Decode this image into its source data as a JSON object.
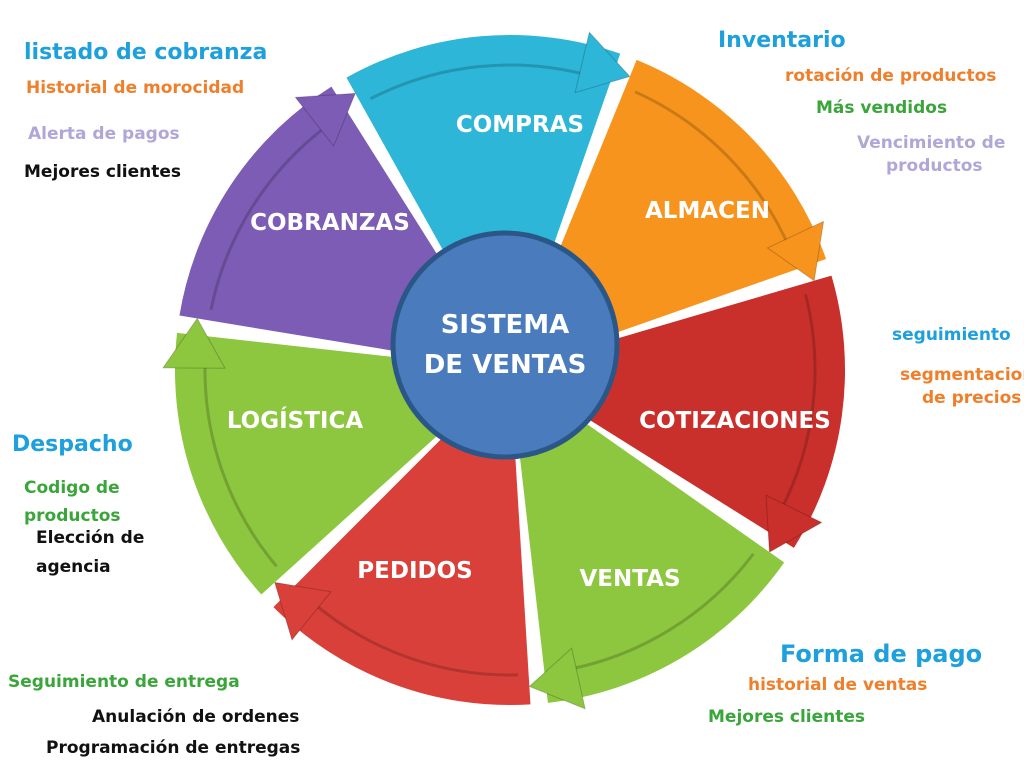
{
  "center": {
    "line1": "SISTEMA",
    "line2": "DE VENTAS",
    "color": "#4a7bbd"
  },
  "segments": [
    {
      "id": "compras",
      "label": "COMPRAS",
      "color": "#2db6d8"
    },
    {
      "id": "almacen",
      "label": "ALMACEN",
      "color": "#f7941d"
    },
    {
      "id": "cotizaciones",
      "label": "COTIZACIONES",
      "color": "#c9302c"
    },
    {
      "id": "ventas",
      "label": "VENTAS",
      "color": "#8dc63f"
    },
    {
      "id": "pedidos",
      "label": "PEDIDOS",
      "color": "#d9403a"
    },
    {
      "id": "logistica",
      "label": "LOGÍSTICA",
      "color": "#8dc63f"
    },
    {
      "id": "cobranzas",
      "label": "COBRANZAS",
      "color": "#7c5cb4"
    }
  ],
  "notes": {
    "cobranza": {
      "title": "listado de cobranza",
      "items": [
        "Historial de morocidad",
        "Alerta de pagos",
        "Mejores clientes"
      ]
    },
    "inventario": {
      "title": "Inventario",
      "items": [
        "rotación de productos",
        "Más vendidos",
        "Vencimiento de",
        "productos"
      ]
    },
    "cotizaciones": {
      "items": [
        "seguimiento",
        "segmentacion",
        "de precios"
      ]
    },
    "despacho": {
      "title": "Despacho",
      "items": [
        "Codigo de",
        "productos",
        "Elección de",
        "agencia"
      ]
    },
    "pedidos": {
      "items": [
        "Seguimiento de entrega",
        "Anulación de ordenes",
        "Programación de entregas"
      ]
    },
    "ventas": {
      "title": "Forma de pago",
      "items": [
        "historial de ventas",
        "Mejores clientes"
      ]
    }
  }
}
